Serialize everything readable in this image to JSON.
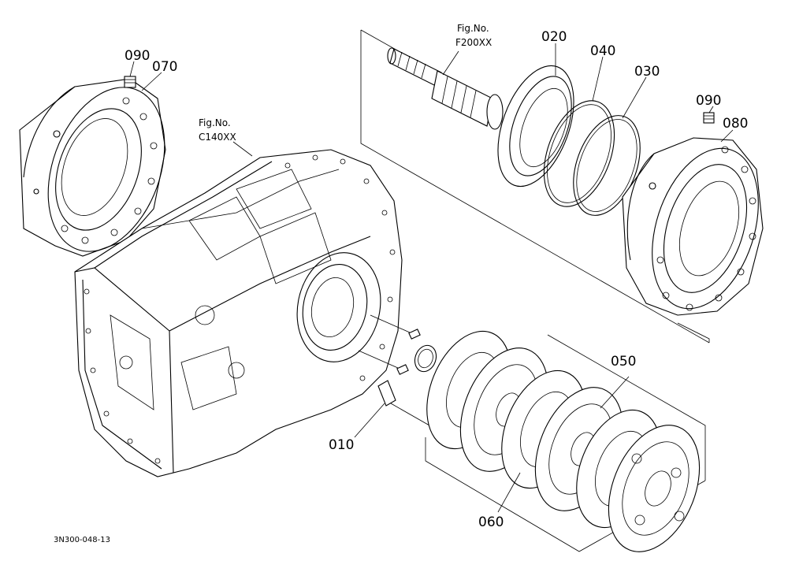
{
  "part_labels": {
    "p010": "010",
    "p020": "020",
    "p030": "030",
    "p040": "040",
    "p050": "050",
    "p060": "060",
    "p070": "070",
    "p080": "080",
    "p090_left": "090",
    "p090_right": "090"
  },
  "figure_refs": {
    "shaft": {
      "line1": "Fig.No.",
      "line2": "F200XX"
    },
    "case": {
      "line1": "Fig.No.",
      "line2": "C140XX"
    }
  },
  "drawing_code": "3N300-048-13"
}
